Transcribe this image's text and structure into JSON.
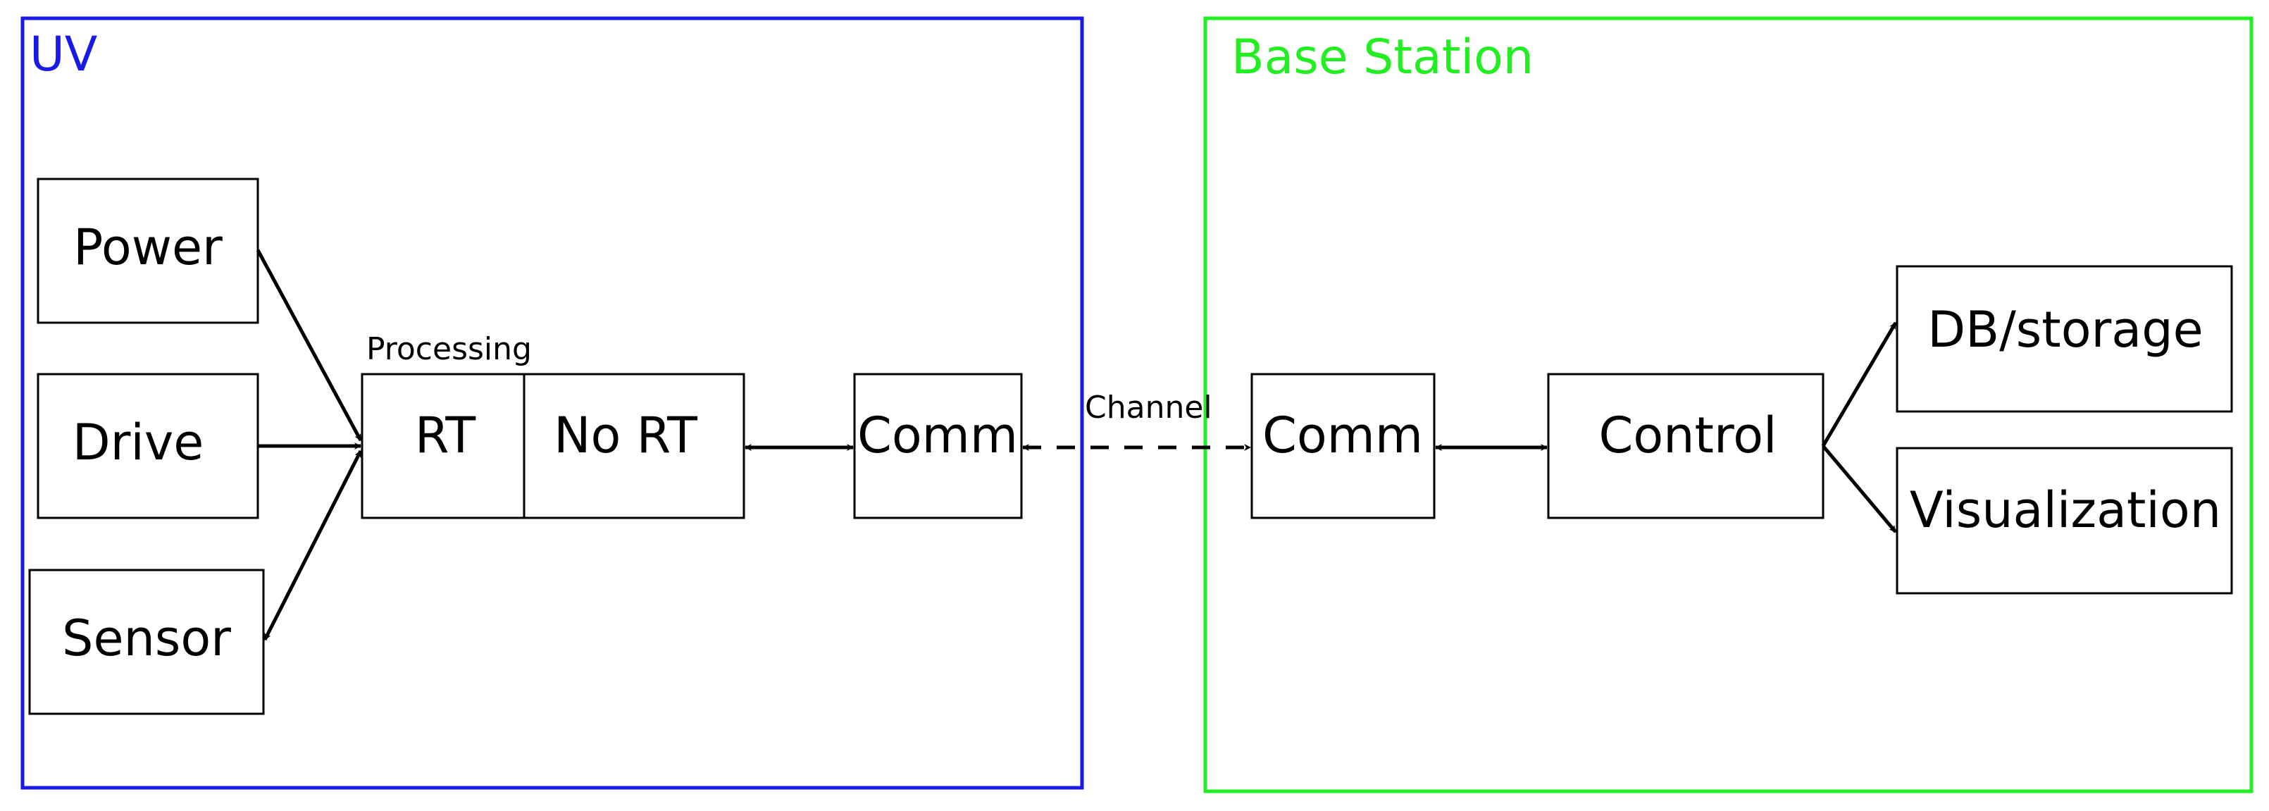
{
  "colors": {
    "uv_border": "#1a1ae6",
    "base_border": "#22ee22",
    "line": "#000000"
  },
  "uv": {
    "title": "UV",
    "power": "Power",
    "drive": "Drive",
    "sensor": "Sensor",
    "processing_label": "Processing",
    "rt": "RT",
    "no_rt": "No RT",
    "comm": "Comm"
  },
  "channel_label": "Channel",
  "base_station": {
    "title": "Base Station",
    "comm": "Comm",
    "control": "Control",
    "db_storage": "DB/storage",
    "visualization": "Visualization"
  }
}
